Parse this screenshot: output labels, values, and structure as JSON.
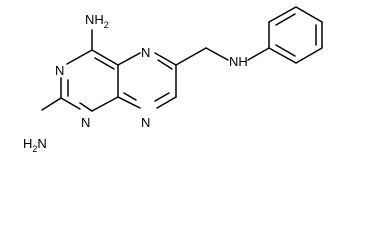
{
  "molecule": {
    "labels": {
      "amine_top": "NH",
      "amine_top_sub": "2",
      "amine_bottom": "H",
      "amine_bottom_sub": "2",
      "amine_bottom_n": "N",
      "ring_n1": "N",
      "ring_n3": "N",
      "ring_n5": "N",
      "ring_n8": "N",
      "linker_nh": "NH"
    }
  }
}
